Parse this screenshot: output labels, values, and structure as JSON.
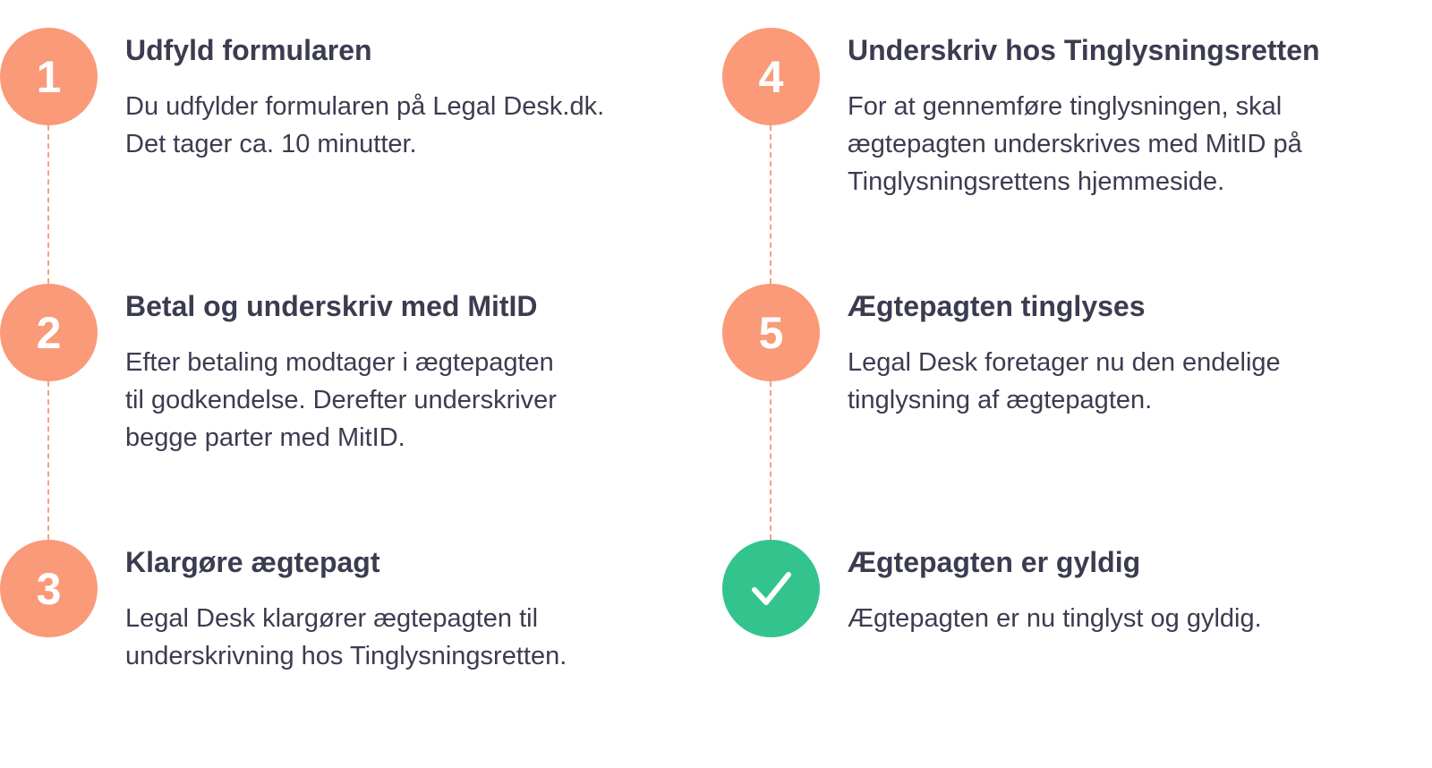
{
  "colors": {
    "accent": "#fa9a78",
    "success": "#33c48e",
    "text": "#3b3c50"
  },
  "steps": [
    {
      "number": "1",
      "title": "Udfyld formularen",
      "lines": [
        "Du udfylder formularen på Legal Desk.dk.",
        "Det tager ca. 10 minutter."
      ]
    },
    {
      "number": "2",
      "title": "Betal og underskriv med MitID",
      "lines": [
        "Efter betaling modtager i ægtepagten",
        "til godkendelse. Derefter underskriver",
        "begge parter med MitID."
      ]
    },
    {
      "number": "3",
      "title": "Klargøre ægtepagt",
      "lines": [
        "Legal Desk klargører ægtepagten til",
        "underskrivning hos Tinglysningsretten."
      ]
    },
    {
      "number": "4",
      "title": "Underskriv hos Tinglysningsretten",
      "lines": [
        "For at gennemføre tinglysningen, skal",
        "ægtepagten underskrives med MitID på",
        "Tinglysningsrettens hjemmeside."
      ]
    },
    {
      "number": "5",
      "title": "Ægtepagten tinglyses",
      "lines": [
        "Legal Desk foretager nu den endelige",
        "tinglysning af ægtepagten."
      ]
    },
    {
      "icon": "check-icon",
      "title": "Ægtepagten er gyldig",
      "lines": [
        "Ægtepagten er nu tinglyst og gyldig."
      ]
    }
  ]
}
